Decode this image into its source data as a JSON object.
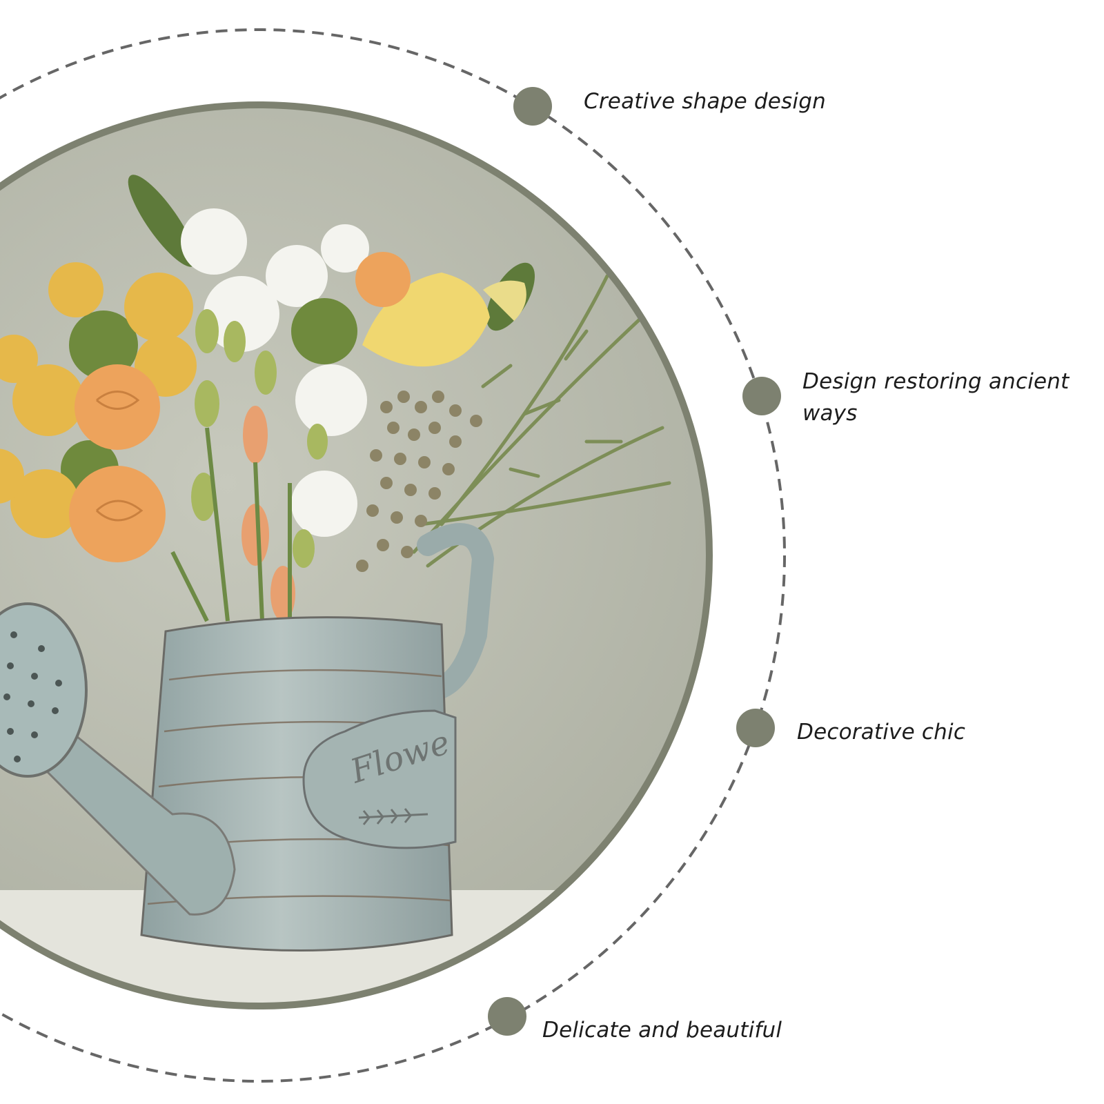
{
  "theme": {
    "accent": "#7d8170",
    "dash": "#666666",
    "photo_bg": "#b9bcaf"
  },
  "features": [
    {
      "label": "Creative shape design"
    },
    {
      "label": "Design restoring ancient ways"
    },
    {
      "label": "Decorative chic"
    },
    {
      "label": "Delicate and beautiful"
    }
  ],
  "product": {
    "embossed_text": "Flowe"
  }
}
